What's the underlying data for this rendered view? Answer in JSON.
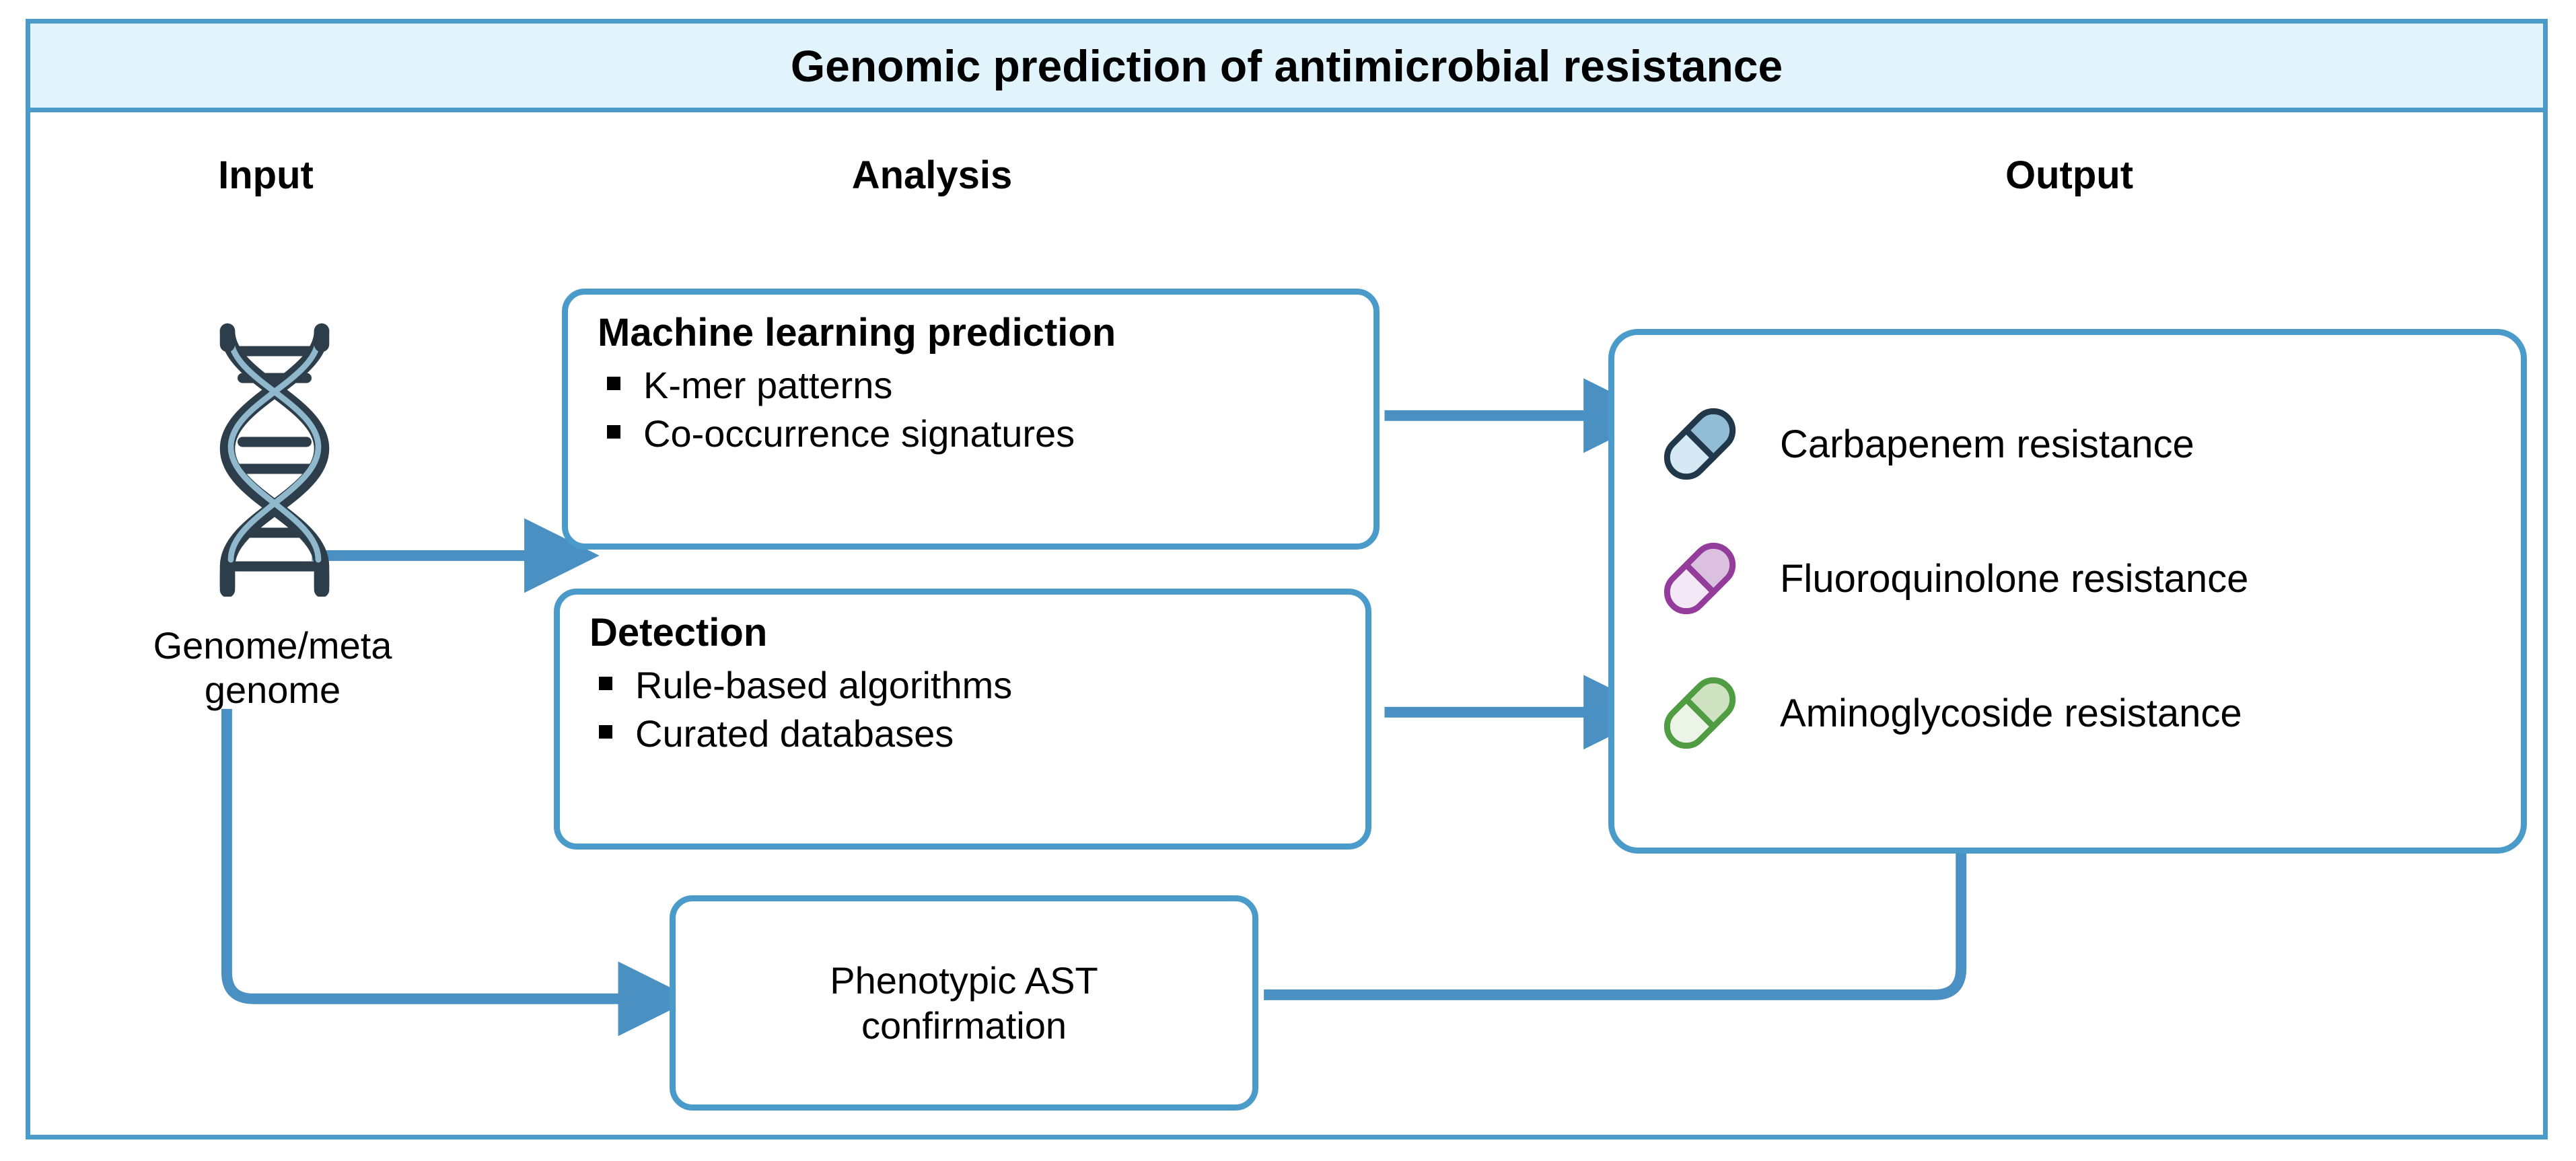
{
  "figure": {
    "title": "Genomic prediction of antimicrobial resistance",
    "frame_border_color": "#4a9bc9",
    "title_bar_fill": "#e2f4fb",
    "background": "#ffffff"
  },
  "columns": {
    "input_header": "Input",
    "analysis_header": "Analysis",
    "output_header": "Output"
  },
  "input": {
    "icon": "dna-double-helix-icon",
    "icon_strand_color": "#2d3e4a",
    "icon_highlight_color": "#8fb8cc",
    "label_line1": "Genome/meta",
    "label_line2": "genome"
  },
  "analysis": {
    "boxes": [
      {
        "id": "machine-learning-prediction",
        "heading": "Machine learning prediction",
        "bullets": [
          "K-mer patterns",
          "Co-occurrence signatures"
        ]
      },
      {
        "id": "detection",
        "heading": "Detection",
        "bullets": [
          "Rule-based algorithms",
          "Curated databases"
        ]
      }
    ],
    "ast_box": {
      "id": "phenotypic-ast-confirmation",
      "line1": "Phenotypic AST",
      "line2": "confirmation"
    }
  },
  "output": {
    "items": [
      {
        "label": "Carbapenem resistance",
        "icon": "pill-capsule-icon",
        "outline_color": "#21384a",
        "fill_top": "#92bdd7",
        "fill_bottom": "#d6e8f4"
      },
      {
        "label": "Fluoroquinolone resistance",
        "icon": "pill-capsule-icon",
        "outline_color": "#933c9c",
        "fill_top": "#dcc0e0",
        "fill_bottom": "#f3e8f5"
      },
      {
        "label": "Aminoglycoside resistance",
        "icon": "pill-capsule-icon",
        "outline_color": "#4f9c42",
        "fill_top": "#cfe3c3",
        "fill_bottom": "#ebf4e6"
      }
    ]
  },
  "connectors": {
    "color": "#4a90c2",
    "edges": [
      {
        "name": "input-to-analysis",
        "from": "Genome/meta genome",
        "to": "Machine learning prediction / Detection",
        "style": "straight-arrow"
      },
      {
        "name": "input-to-ast",
        "from": "Genome/meta genome",
        "to": "Phenotypic AST confirmation",
        "style": "elbow-arrow"
      },
      {
        "name": "ml-to-output",
        "from": "Machine learning prediction",
        "to": "Output",
        "style": "straight-arrow"
      },
      {
        "name": "detection-to-output",
        "from": "Detection",
        "to": "Output",
        "style": "straight-arrow"
      },
      {
        "name": "ast-to-output",
        "from": "Phenotypic AST confirmation",
        "to": "Output",
        "style": "elbow-line"
      }
    ]
  }
}
